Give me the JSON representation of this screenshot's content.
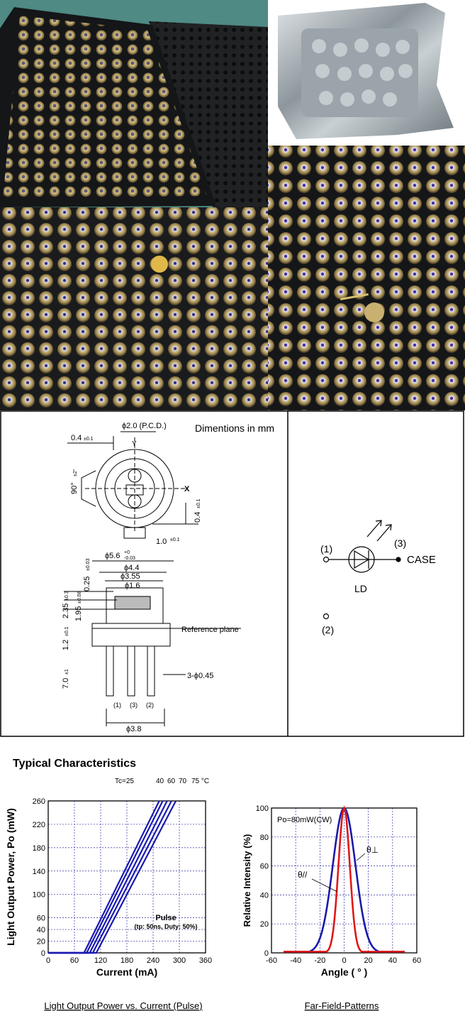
{
  "photos": {
    "tray_photo": "tray-photo",
    "bag_photo": "vacuum-bag-photo",
    "closeup_left": "tray-closeup-photo",
    "closeup_right": "tray-closeup-photo"
  },
  "drawing": {
    "units_label": "Dimentions in mm",
    "pcd": "ϕ2.0 (P.C.D.)",
    "d04": "0.4",
    "tol01": "±0.1",
    "angle": "90°",
    "angle_tol": "±2°",
    "y_axis": "Y",
    "x_axis": "X",
    "d04_right": "0.4",
    "d10": "1.0",
    "phi56": "ϕ5.6",
    "phi56_tol_top": "+0",
    "phi56_tol_bot": "-0.03",
    "phi44": "ϕ4.4",
    "phi355": "ϕ3.55",
    "phi16": "ϕ1.6",
    "d025": "0.25",
    "tol003": "±0.03",
    "d235": "2.35",
    "tol03": "±0.3",
    "d195": "1.95",
    "tol008": "±0.08",
    "reference_plane": "Reference plane",
    "d12": "1.2",
    "d70": "7.0",
    "tol1": "±1",
    "leads_dim": "3-ϕ0.45",
    "pin1": "(1)",
    "pin3": "(3)",
    "pin2": "(2)",
    "phi38": "ϕ3.8"
  },
  "schematic": {
    "pin1": "(1)",
    "pin3": "(3)",
    "pin2": "(2)",
    "case": "CASE",
    "ld": "LD"
  },
  "charts": {
    "section_title": "Typical Characteristics",
    "chart1_caption": "Light Output Power vs. Current (Pulse)",
    "chart2_caption": "Far-Field-Patterns"
  },
  "chart_data": [
    {
      "type": "line",
      "xlabel": "Current (mA)",
      "ylabel": "Light Output Power, Po (mW)",
      "xlim": [
        0,
        360
      ],
      "ylim": [
        0,
        260
      ],
      "xticks": [
        0,
        60,
        120,
        180,
        240,
        300,
        360
      ],
      "yticks": [
        0,
        20,
        40,
        60,
        100,
        140,
        180,
        220,
        260
      ],
      "legend_prefix": "Tc=",
      "legend_unit": "°C",
      "annotation_title": "Pulse",
      "annotation_sub": "(tp: 50ns, Duty: 50%)",
      "series": [
        {
          "name": "25",
          "x": [
            0,
            82,
            254
          ],
          "y": [
            0,
            0,
            260
          ]
        },
        {
          "name": "40",
          "x": [
            0,
            88,
            262
          ],
          "y": [
            0,
            0,
            260
          ]
        },
        {
          "name": "60",
          "x": [
            0,
            95,
            272
          ],
          "y": [
            0,
            0,
            260
          ]
        },
        {
          "name": "70",
          "x": [
            0,
            102,
            282
          ],
          "y": [
            0,
            0,
            260
          ]
        },
        {
          "name": "75",
          "x": [
            0,
            110,
            292
          ],
          "y": [
            0,
            0,
            260
          ]
        }
      ],
      "grid": true
    },
    {
      "type": "line",
      "xlabel": "Angle ( ° )",
      "ylabel": "Relative Intensity (%)",
      "xlim": [
        -60,
        60
      ],
      "ylim": [
        0,
        100
      ],
      "xticks": [
        -60,
        -40,
        -20,
        0,
        20,
        40,
        60
      ],
      "yticks": [
        0,
        20,
        40,
        60,
        80,
        100
      ],
      "annotation": "Po=80mW(CW)",
      "series": [
        {
          "name": "θ⊥",
          "color": "#1a1aa8",
          "fwhm": 22,
          "x_range": [
            -50,
            50
          ]
        },
        {
          "name": "θ//",
          "color": "#e01818",
          "fwhm": 11,
          "x_range": [
            -50,
            50
          ]
        }
      ],
      "grid": true
    }
  ]
}
